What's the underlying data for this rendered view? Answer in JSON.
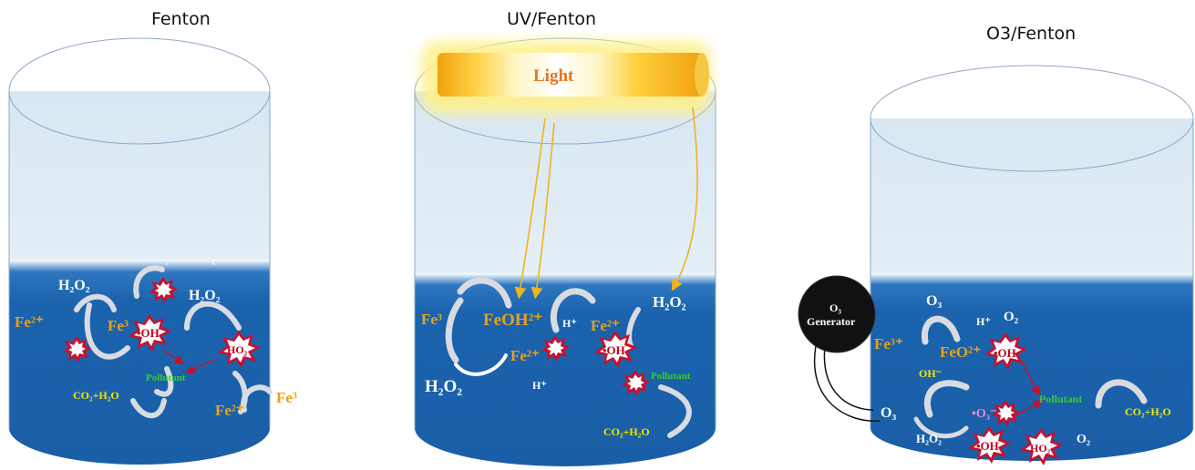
{
  "panels": [
    {
      "title": "Fenton"
    },
    {
      "title": "UV/Fenton"
    },
    {
      "title": "O3/Fenton"
    }
  ],
  "fenton": {
    "h2o2_a": "H₂O₂",
    "h2o2_b": "H₂O₂",
    "fe2_a": "Fe²⁺",
    "fe3_a": "Fe³",
    "fe2_b": "Fe²⁺",
    "fe3_b": "Fe³",
    "oh": "•OH",
    "ho2": "HO₂",
    "pollutant": "Pollutant",
    "co2": "CO₂+H₂O"
  },
  "uv": {
    "light": "Light",
    "fe3": "Fe³",
    "feoh": "FeOH²⁺",
    "hplus_a": "H⁺",
    "fe2_a": "Fe²⁺",
    "fe2_b": "Fe²⁺",
    "h2o2_a": "H₂O₂",
    "h2o2_b": "H₂O₂",
    "hplus_b": "H⁺",
    "oh": "•OH",
    "pollutant": "Pollutant",
    "co2": "CO₂+H₂O"
  },
  "o3": {
    "generator_a": "O₃",
    "generator_b": "Generator",
    "o3_a": "O₃",
    "hplus": "H⁺",
    "o2_a": "O₂",
    "fe3": "Fe³⁺",
    "feo2": "FeO²⁺",
    "oh_a": "•OH",
    "ohminus": "OH⁻",
    "o3_b": "O₃",
    "o3rad": "•O₃⁻",
    "pollutant": "Pollutant",
    "co2": "CO₂+H₂O",
    "h2o2": "H₂O₂",
    "oh_b": "•OH",
    "ho2": "HO₂",
    "o2_b": "O₂"
  },
  "colors": {
    "water": "#1b63ad",
    "label_orange": "#e8a11a",
    "label_yellow": "#f2e600",
    "pollutant_green": "#39c83a",
    "arrow_gold": "#f0b41c"
  }
}
